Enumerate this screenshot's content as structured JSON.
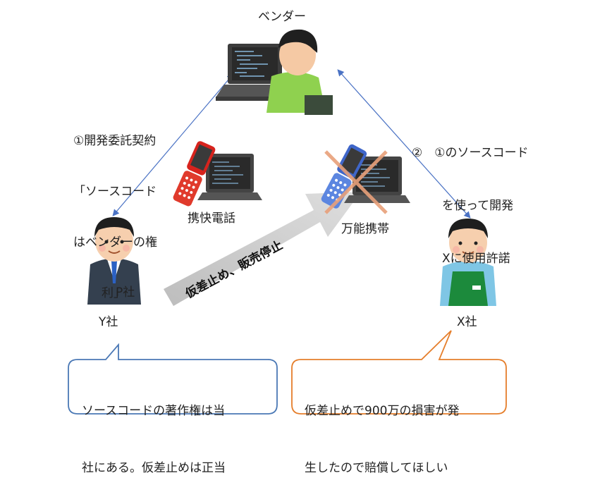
{
  "nodes": {
    "vendor": {
      "label": "ベンダー"
    },
    "y_company": {
      "label": "Y社",
      "overlay_label": "P社"
    },
    "x_company": {
      "label": "X社"
    }
  },
  "edges": {
    "vendor_y": {
      "label_lines": [
        "①開発委託契約",
        "「ソースコード",
        "はベンダーの権",
        "利」"
      ]
    },
    "vendor_x": {
      "label_lines": [
        "②　①のソースコード",
        "を使って開発",
        "Xに使用許諾"
      ]
    }
  },
  "products": {
    "p1": {
      "label": "携快電話"
    },
    "p2": {
      "label": "万能携帯"
    }
  },
  "action_arrow": {
    "label": "仮差止め、販売停止"
  },
  "bubbles": {
    "y_claim": {
      "lines": [
        "ソースコードの著作権は当",
        "社にある。仮差止めは正当"
      ],
      "border_color": "#4a78b5"
    },
    "x_claim": {
      "lines": [
        "仮差止めで900万の損害が発",
        "生したので賠償してほしい"
      ],
      "border_color": "#e57e2b"
    }
  },
  "colors": {
    "edge": "#4a72c4",
    "arrow_fill": "#c8c8c8",
    "cross": "#e8a07a"
  }
}
